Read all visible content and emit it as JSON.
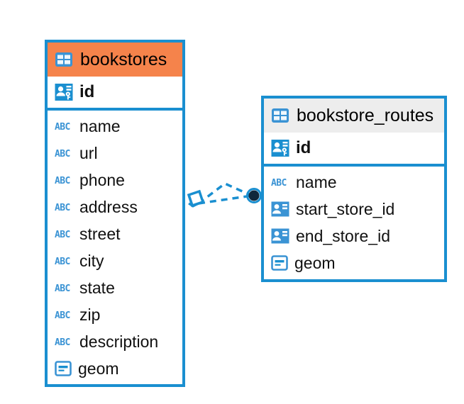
{
  "diagram": {
    "type": "entity-relationship-diagram",
    "background": "#ffffff",
    "accent_color": "#1a8fd0",
    "highlight_color": "#f5834b",
    "header_grey": "#ededed"
  },
  "entities": [
    {
      "name": "bookstores",
      "header_style": "accent-orange",
      "title_icon": "table-icon",
      "key_field": {
        "label": "id",
        "icon": "primary-key-icon"
      },
      "fields": [
        {
          "label": "name",
          "icon": "abc-text-icon"
        },
        {
          "label": "url",
          "icon": "abc-text-icon"
        },
        {
          "label": "phone",
          "icon": "abc-text-icon"
        },
        {
          "label": "address",
          "icon": "abc-text-icon"
        },
        {
          "label": "street",
          "icon": "abc-text-icon"
        },
        {
          "label": "city",
          "icon": "abc-text-icon"
        },
        {
          "label": "state",
          "icon": "abc-text-icon"
        },
        {
          "label": "zip",
          "icon": "abc-text-icon"
        },
        {
          "label": "description",
          "icon": "abc-text-icon"
        },
        {
          "label": "geom",
          "icon": "geometry-icon"
        }
      ]
    },
    {
      "name": "bookstore_routes",
      "header_style": "accent-grey",
      "title_icon": "table-icon",
      "key_field": {
        "label": "id",
        "icon": "primary-key-icon"
      },
      "fields": [
        {
          "label": "name",
          "icon": "abc-text-icon"
        },
        {
          "label": "start_store_id",
          "icon": "foreign-key-icon"
        },
        {
          "label": "end_store_id",
          "icon": "foreign-key-icon"
        },
        {
          "label": "geom",
          "icon": "geometry-icon"
        }
      ]
    }
  ],
  "relationship": {
    "style": "dashed",
    "color": "#1a8fd0",
    "source_marker": "crows-foot-diamond",
    "target_marker": "filled-circle",
    "target_marker_color": "#10283c"
  }
}
